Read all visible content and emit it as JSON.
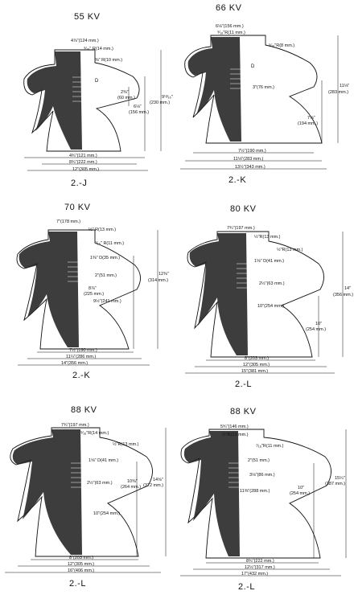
{
  "panels": [
    {
      "voltage": "55 KV",
      "catalog": "2.-J",
      "dims": {
        "top_width": "4⅞\"(124 mm.)",
        "r1": "⁹⁄₁₆\" R(14 mm.)",
        "r2": "⅜\" R(10 mm.)",
        "d": "D",
        "mid1": "2⅜\"",
        "mid1_mm": "(60 mm.)",
        "mid2": "6⅛\"",
        "mid2_mm": "(156 mm.)",
        "height": "9¹³⁄₁₆\"",
        "height_mm": "(230 mm.)",
        "w_bottom1": "4¾\"(121 mm.)",
        "w_bottom2": "8¾\"(222 mm.)",
        "w_bottom3": "12\"(305 mm.)"
      }
    },
    {
      "voltage": "66 KV",
      "catalog": "2.-K",
      "dims": {
        "top_width": "6⅛\"(156 mm.)",
        "top_width2": "⁹⁄₁₆\"R(11 mm.)",
        "r1": "⁵⁄₁₆\"R(8 mm.)",
        "d": "D",
        "mid1": "3\"(76 mm.)",
        "mid2": "7⅝\"",
        "mid2_mm": "(194 mm.)",
        "height": "11⅛\"",
        "height_mm": "(283 mm.)",
        "w_bottom1": "7½\"(190 mm.)",
        "w_bottom2": "11⅛\"(283 mm.)",
        "w_bottom3": "13½\"(343 mm.)"
      }
    },
    {
      "voltage": "70 KV",
      "catalog": "2.-K",
      "dims": {
        "top_width": "7\"(178 mm.)",
        "r1": "½\" R(13 mm.)",
        "r2": "⁷⁄₁₆\" R(11 mm.)",
        "d": "1⅜\" D(35 mm.)",
        "mid1": "2\"(51 mm.)",
        "mid2": "8⅞\"",
        "mid2_mm": "(225 mm.)",
        "mid3": "9½\"(241 mm.)",
        "height": "12⅜\"",
        "height_mm": "(314 mm.)",
        "w_bottom1": "7½\"(190 mm.)",
        "w_bottom2": "11¼\"(286 mm.)",
        "w_bottom3": "14\"(356 mm.)"
      }
    },
    {
      "voltage": "80 KV",
      "catalog": "2.-L",
      "dims": {
        "top_width": "7¾\"(197 mm.)",
        "r1": "½\"R(13 mm.)",
        "r2": "½\"R(13 mm.)",
        "d": "1⅝\" D(41 mm.)",
        "mid1": "2½\"(63 mm.)",
        "mid2": "10\"(254 mm.)",
        "mid3": "10\"",
        "mid3_mm": "(254 mm.)",
        "height": "14\"",
        "height_mm": "(356 mm.)",
        "w_bottom1": "8\"(203 mm.)",
        "w_bottom2": "12\"(305 mm.)",
        "w_bottom3": "15\"(381 mm.)"
      }
    },
    {
      "voltage": "88 KV",
      "catalog": "2.-L",
      "dims": {
        "top_width": "7¾\"(197 mm.)",
        "r1": "⁹⁄₁₆\"R(14 mm.)",
        "r2": "½\"R(13 mm.)",
        "d": "1⅝\" D(41 mm.)",
        "mid1": "2½\"(63 mm.)",
        "mid2": "10\"(254 mm.)",
        "mid3": "10⅜\"",
        "mid3_mm": "(264 mm.)",
        "height": "14⅝\"",
        "height_mm": "(372 mm.)",
        "w_bottom1": "8\"(203 mm.)",
        "w_bottom2": "12\"(305 mm.)",
        "w_bottom3": "16\"(406 mm.)"
      }
    },
    {
      "voltage": "88 KV",
      "catalog": "2.-L",
      "dims": {
        "top_width": "5¾\"(146 mm.)",
        "r1": "½\"R(13 mm.)",
        "r2": "⁷⁄₁₆\"R(11 mm.)",
        "d": "",
        "mid1": "2\"(51 mm.)",
        "mid2": "3⅛\"(86 mm.)",
        "mid3": "11⅜\"(288 mm.)",
        "mid4": "10\"",
        "mid4_mm": "(254 mm.)",
        "height": "15¼\"",
        "height_mm": "(387 mm.)",
        "w_bottom1": "",
        "w_bottom2": "8¾\"(222 mm.)",
        "w_bottom3": "12½\"(317 mm.)",
        "w_bottom4": "17\"(432 mm.)"
      }
    }
  ]
}
